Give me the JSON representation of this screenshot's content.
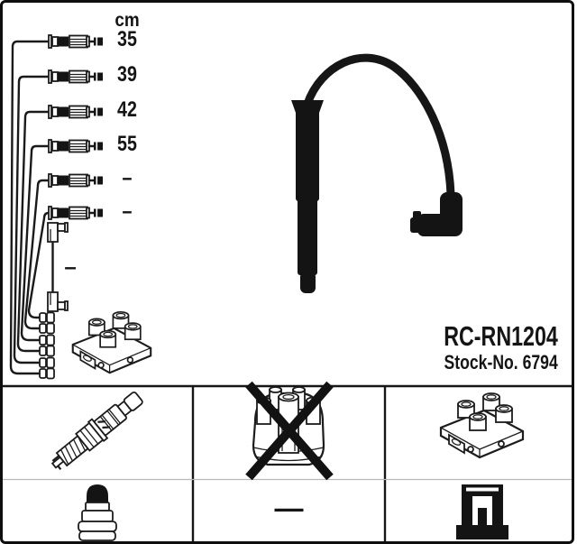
{
  "part": {
    "number": "RC-RN1204",
    "stock": "Stock-No. 6794"
  },
  "length_table": {
    "unit": "cm",
    "lengths": [
      "35",
      "39",
      "42",
      "55",
      "–",
      "–"
    ],
    "extra_cable_length": "–"
  },
  "grid": {
    "dash_label": "—",
    "cells": [
      {
        "name": "spark-plug",
        "crossed": false
      },
      {
        "name": "distributor-cap",
        "crossed": true
      },
      {
        "name": "ignition-coil-pack",
        "crossed": false
      },
      {
        "name": "terminal-nut",
        "crossed": false
      },
      {
        "name": "dash",
        "crossed": false
      },
      {
        "name": "din-coil-connector",
        "crossed": false
      }
    ]
  },
  "colors": {
    "ink": "#161616",
    "background": "#ffffff",
    "divider": "#b8b8b8"
  }
}
